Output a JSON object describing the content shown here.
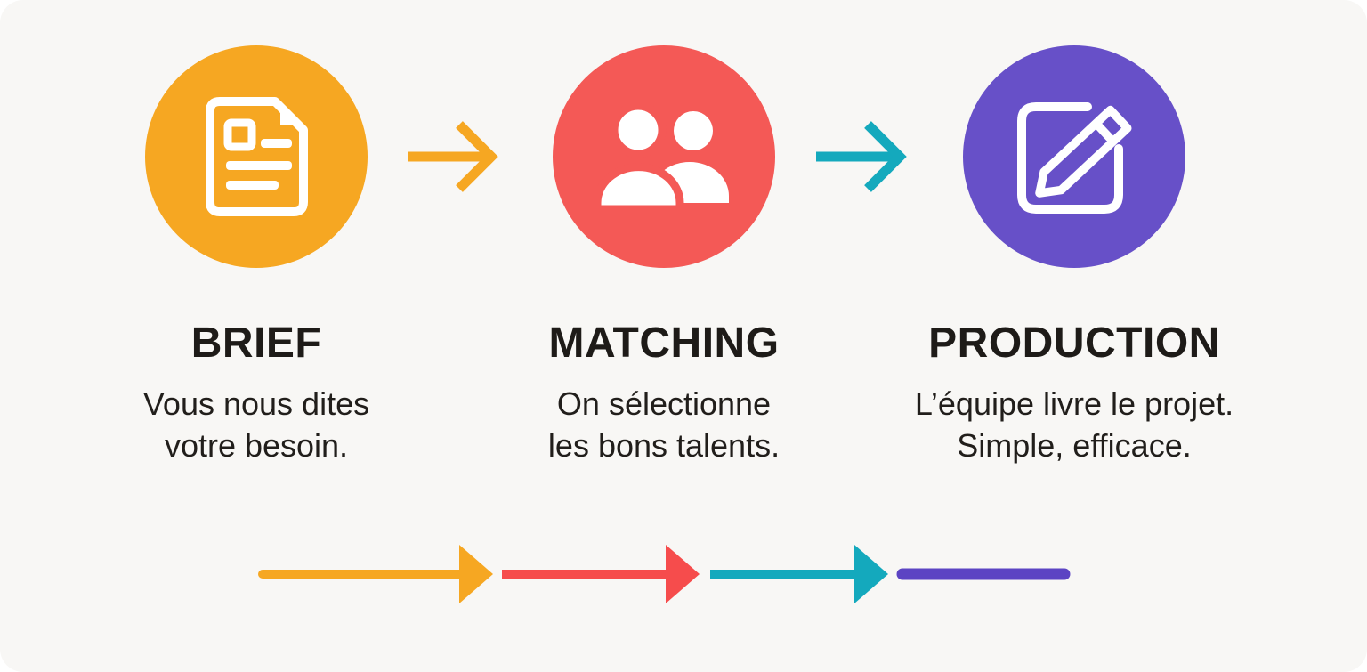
{
  "background_color": "#f8f7f5",
  "text_color": "#1e1b18",
  "steps": [
    {
      "title": "BRIEF",
      "description_lines": [
        "Vous nous dites",
        "votre besoin."
      ],
      "color": "#f6a722",
      "icon": "document-icon"
    },
    {
      "title": "MATCHING",
      "description_lines": [
        "On sélectionne",
        "les bons talents."
      ],
      "color": "#f45956",
      "icon": "people-icon"
    },
    {
      "title": "PRODUCTION",
      "description_lines": [
        "L’équipe livre le projet.",
        "Simple, efficace."
      ],
      "color": "#6750c8",
      "icon": "edit-pencil-icon"
    }
  ],
  "connector_arrows": [
    {
      "name": "arrow-brief-to-matching",
      "color": "#f6a722"
    },
    {
      "name": "arrow-matching-to-production",
      "color": "#14a9bd"
    }
  ],
  "progress_bar": {
    "segments": [
      {
        "name": "segment-brief",
        "color": "#f6a722",
        "arrowhead": true
      },
      {
        "name": "segment-matching",
        "color": "#f64c4c",
        "arrowhead": true
      },
      {
        "name": "segment-production",
        "color": "#14a9bd",
        "arrowhead": true
      },
      {
        "name": "segment-final",
        "color": "#5c44c3",
        "arrowhead": false
      }
    ]
  }
}
